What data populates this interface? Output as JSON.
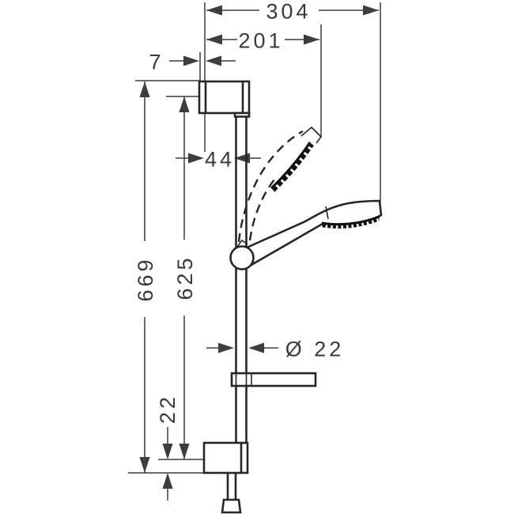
{
  "page": {
    "background": "#ffffff"
  },
  "colors": {
    "dimension_lines": "#3d3d3d",
    "object_lines": "#262626",
    "text": "#3a3a3a",
    "spray_face": "#111111"
  },
  "dimensions": {
    "overall_width": "304",
    "head_to_wall_width": "201",
    "wall_plate_thickness": "7",
    "wall_to_bar": "44",
    "overall_height": "669",
    "bar_length": "625",
    "below_bracket": "22",
    "bar_diameter": "Ø 22"
  },
  "part_names": {
    "top_bracket": "top-wall-bracket",
    "bar": "slide-bar",
    "slider": "slider-holder",
    "hand_shower": "hand-shower",
    "hand_shower_alt": "hand-shower-alternate-position",
    "soap_dish": "soap-dish",
    "bottom_bracket": "bottom-wall-bracket",
    "hose": "shower-hose",
    "hose_connector": "hose-connector"
  }
}
